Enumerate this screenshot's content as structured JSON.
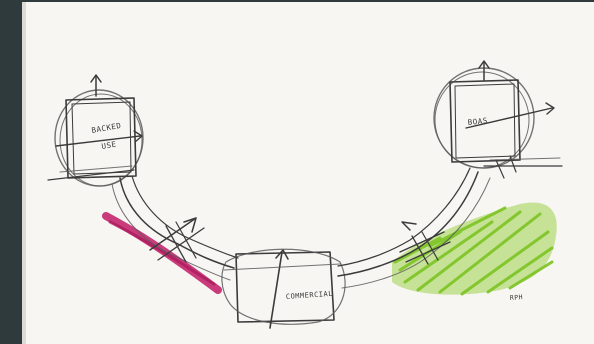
{
  "zones": {
    "left_label_line1": "BACKED",
    "left_label_line2": "USE",
    "right_label": "BOAS",
    "center_label": "COMMERCIAL",
    "corner_note": "RPH"
  },
  "colors": {
    "paper": "#f7f6f3",
    "backdrop": "#2e3a3c",
    "magenta_marker": "#c42a70",
    "green_marker": "#8fca2e",
    "pen": "#3b3b3b"
  }
}
